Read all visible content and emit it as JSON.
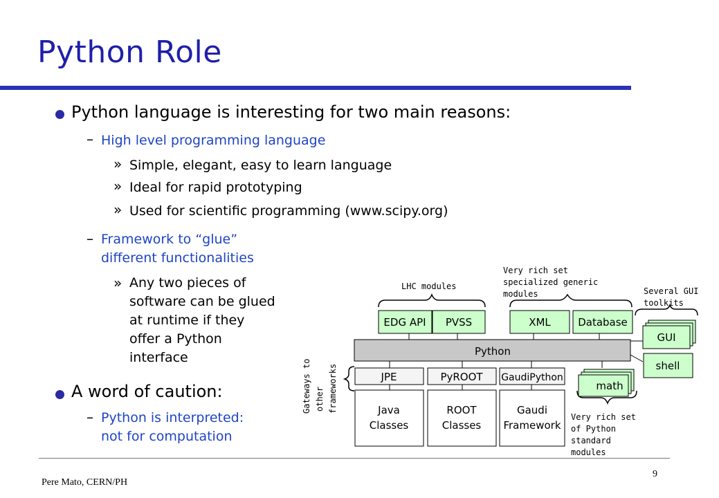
{
  "slide": {
    "title": "Python Role",
    "bullets": {
      "main1": "Python language is interesting for two main reasons:",
      "sub1": "High level programming language",
      "sub1_items": [
        "Simple, elegant, easy to learn language",
        "Ideal for rapid prototyping",
        "Used for scientific programming (www.scipy.org)"
      ],
      "sub2_lines": [
        "Framework to “glue”",
        "different functionalities"
      ],
      "sub2_item_lines": [
        "Any two pieces of",
        "software can be glued",
        "at runtime if they",
        "offer a Python",
        "interface"
      ],
      "main2": "A word of caution:",
      "sub3_lines": [
        "Python is interpreted:",
        "not for computation"
      ]
    },
    "bullet_markers": {
      "level2": "–",
      "level3": "»"
    },
    "footer": {
      "author": "Pere Mato, CERN/PH",
      "page": "9"
    }
  },
  "diagram": {
    "annotations": {
      "lhc_modules": "LHC modules",
      "very_rich_specialized": [
        "Very rich set",
        "specialized generic",
        "modules"
      ],
      "several_gui": [
        "Several GUI",
        "toolkits"
      ],
      "gateways": [
        "Gateways to",
        "other",
        "frameworks"
      ],
      "very_rich_python": [
        "Very rich set",
        "of Python",
        "standard",
        "modules"
      ]
    },
    "top_modules": [
      "EDG API",
      "PVSS",
      "XML",
      "Database"
    ],
    "python_bar": "Python",
    "gui_boxes": [
      "GUI",
      "shell"
    ],
    "gateways_boxes": [
      "JPE",
      "PyROOT",
      "GaudiPython"
    ],
    "math_box": "math",
    "framework_boxes": [
      [
        "Java",
        "Classes"
      ],
      [
        "ROOT",
        "Classes"
      ],
      [
        "Gaudi",
        "Framework"
      ]
    ],
    "colors": {
      "module_fill": "#ccffcc",
      "python_fill": "#c8c8c8",
      "gateway_fill": "#f4f4f4",
      "title_blue": "#1f1faa",
      "sub_blue": "#1f44c4"
    }
  }
}
